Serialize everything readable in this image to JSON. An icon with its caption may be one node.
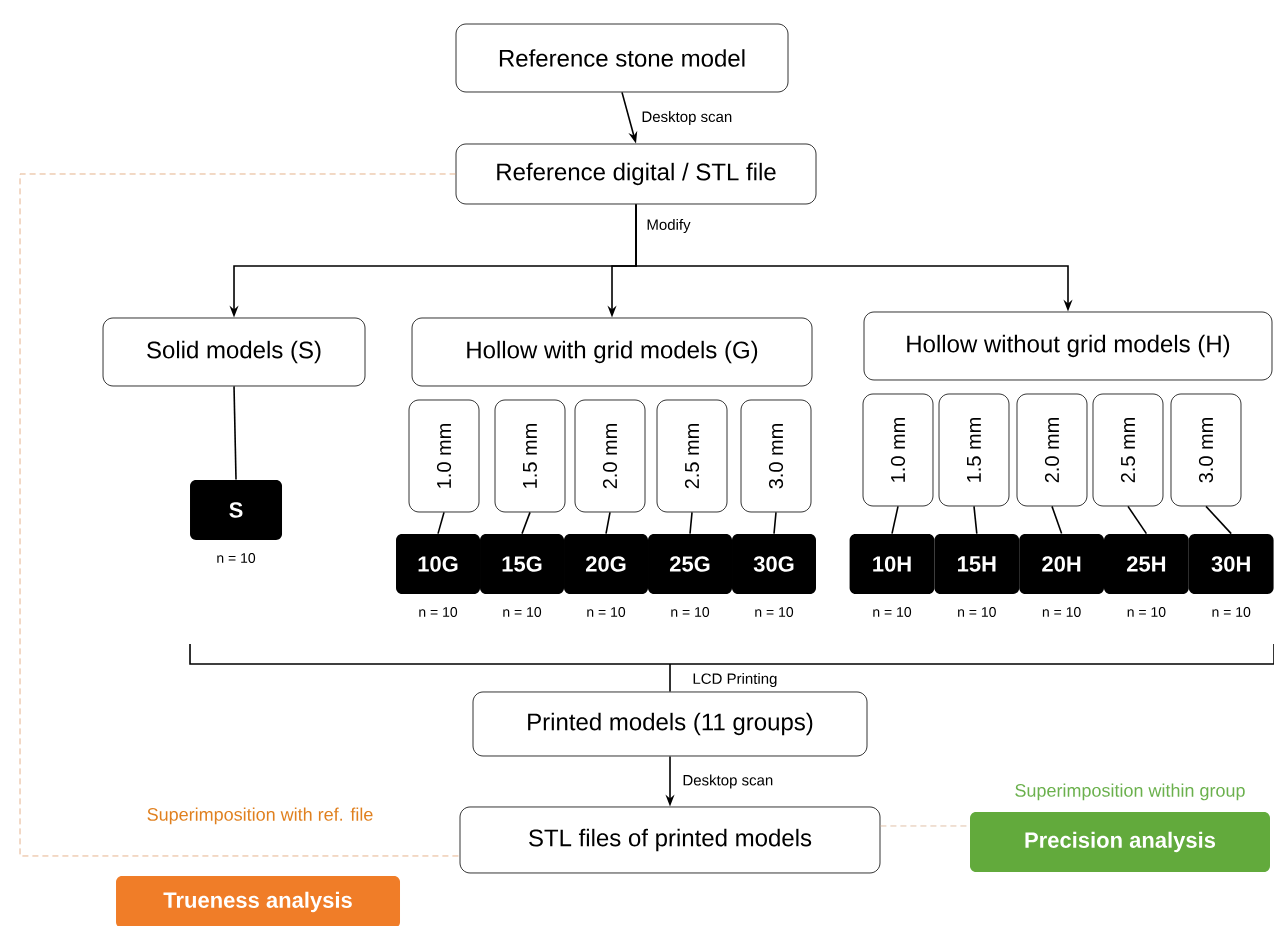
{
  "diagram": {
    "nodes": [
      {
        "text": [
          "Reference stone model"
        ]
      },
      {
        "text": [
          "Reference digital / STL file"
        ]
      },
      {
        "text": [
          "Solid models (S)"
        ]
      },
      {
        "text": [
          "Hollow with grid models (G)"
        ]
      },
      {
        "text": [
          "Hollow without grid models (H)"
        ]
      },
      {
        "text": [
          "1.0 mm"
        ]
      },
      {
        "text": [
          "1.5 mm"
        ]
      },
      {
        "text": [
          "2.0 mm"
        ]
      },
      {
        "text": [
          "2.5 mm"
        ]
      },
      {
        "text": [
          "3.0 mm"
        ]
      },
      {
        "text": [
          "1.0 mm"
        ]
      },
      {
        "text": [
          "1.5 mm"
        ]
      },
      {
        "text": [
          "2.0 mm"
        ]
      },
      {
        "text": [
          "2.5 mm"
        ]
      },
      {
        "text": [
          "3.0 mm"
        ]
      },
      {
        "text": [
          "S"
        ],
        "beside": [
          "n = 10"
        ]
      },
      {
        "text": [
          "10G"
        ],
        "beside": [
          "n = 10"
        ]
      },
      {
        "text": [
          "15G"
        ],
        "beside": [
          "n = 10"
        ]
      },
      {
        "text": [
          "20G"
        ],
        "beside": [
          "n = 10"
        ]
      },
      {
        "text": [
          "25G"
        ],
        "beside": [
          "n = 10"
        ]
      },
      {
        "text": [
          "30G"
        ],
        "beside": [
          "n = 10"
        ]
      },
      {
        "text": [
          "10H"
        ],
        "beside": [
          "n = 10"
        ]
      },
      {
        "text": [
          "15H"
        ],
        "beside": [
          "n = 10"
        ]
      },
      {
        "text": [
          "20H"
        ],
        "beside": [
          "n = 10"
        ]
      },
      {
        "text": [
          "25H"
        ],
        "beside": [
          "n = 10"
        ]
      },
      {
        "text": [
          "30H"
        ],
        "beside": [
          "n = 10"
        ]
      },
      {
        "text": [
          "Printed models (11 groups)"
        ]
      },
      {
        "text": [
          "STL files of printed models"
        ]
      },
      {
        "text": [
          "Precision analysis"
        ]
      },
      {
        "text": [
          "Trueness analysis"
        ]
      }
    ],
    "edges": [
      {
        "from": 0,
        "to": 1,
        "arrow": "to",
        "label": "Desktop scan"
      },
      {
        "from": 1,
        "to": 2,
        "arrow": "to"
      },
      {
        "from": 1,
        "to": 3,
        "arrow": "to",
        "label": "Modify"
      },
      {
        "from": 1,
        "to": 4,
        "arrow": "to"
      },
      {
        "from": 2,
        "to": 15,
        "arrow": "none"
      },
      {
        "from": 5,
        "to": 16,
        "arrow": "none"
      },
      {
        "from": 6,
        "to": 17,
        "arrow": "none"
      },
      {
        "from": 7,
        "to": 18,
        "arrow": "none"
      },
      {
        "from": 8,
        "to": 19,
        "arrow": "none"
      },
      {
        "from": 9,
        "to": 20,
        "arrow": "none"
      },
      {
        "from": 10,
        "to": 21,
        "arrow": "none"
      },
      {
        "from": 11,
        "to": 22,
        "arrow": "none"
      },
      {
        "from": 12,
        "to": 23,
        "arrow": "none"
      },
      {
        "from": 13,
        "to": 24,
        "arrow": "none"
      },
      {
        "from": 14,
        "to": 25,
        "arrow": "none"
      },
      {
        "from": null,
        "to": 26,
        "arrow": "none",
        "label": "LCD Printing"
      },
      {
        "from": 26,
        "to": 27,
        "arrow": "to",
        "label": "Desktop scan"
      },
      {
        "from": 1,
        "to": 27,
        "arrow": "none",
        "label": "Superimposition with ref. file",
        "style": "dashed",
        "color": "#e0a070"
      },
      {
        "from": 27,
        "to": 28,
        "arrow": "none",
        "label": "Superimposition within group",
        "style": "dashed",
        "color": "#d8b090"
      }
    ]
  }
}
